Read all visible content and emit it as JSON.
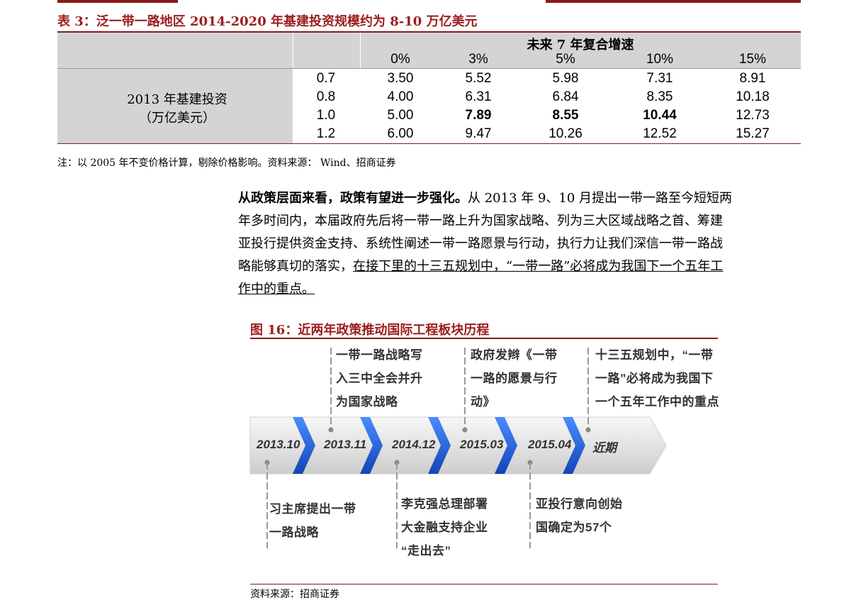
{
  "table": {
    "title": "表 3：泛一带一路地区 2014-2020 年基建投资规模约为 8-10 万亿美元",
    "header_group": "未来 7 年复合增速",
    "rates": [
      "0%",
      "3%",
      "5%",
      "10%",
      "15%"
    ],
    "row_label": [
      "2013 年基建投资",
      "（万亿美元）"
    ],
    "rows": [
      {
        "base": "0.7",
        "values": [
          "3.50",
          "5.52",
          "5.98",
          "7.31",
          "8.91"
        ]
      },
      {
        "base": "0.8",
        "values": [
          "4.00",
          "6.31",
          "6.84",
          "8.35",
          "10.18"
        ]
      },
      {
        "base": "1.0",
        "values": [
          "5.00",
          "7.89",
          "8.55",
          "10.44",
          "12.73"
        ]
      },
      {
        "base": "1.2",
        "values": [
          "6.00",
          "9.47",
          "10.26",
          "12.52",
          "15.27"
        ]
      }
    ],
    "note": "注：以 2005 年不变价格计算，剔除价格影响。资料来源：  Wind、招商证券"
  },
  "paragraph": {
    "bold_lead": "从政策层面来看，政策有望进一步强化。",
    "line1_rest": "从 2013 年 9、10 月提出一带一路至今短短两",
    "line2": "年多时间内，本届政府先后将一带一路上升为国家战略、列为三大区域战略之首、筹建",
    "line3": "亚投行提供资金支持、系统性阐述一带一路愿景与行动，执行力让我们深信一带一路战",
    "line4_plain": "略能够真切的落实，",
    "line4_underlined": "在接下里的十三五规划中，“一带一路”必将成为我国下一个五年工",
    "line5_underlined": "作中的重点。"
  },
  "figure": {
    "title": "图 16：近两年政策推动国际工程板块历程",
    "dates": [
      "2013.10",
      "2013.11",
      "2014.12",
      "2015.03",
      "2015.04",
      "近期"
    ],
    "above_events": [
      [
        "一带一路战略写",
        "入三中全会并升",
        "为国家战略"
      ],
      [
        "政府发辫《一带",
        "一路的愿景与行",
        "动》"
      ],
      [
        "十三五规划中，“一带",
        "一路”必将成为我国下",
        "一个五年工作中的重点"
      ]
    ],
    "below_events": [
      [
        "习主席提出一带",
        "一路战略"
      ],
      [
        "李克强总理部署",
        "大金融支持企业",
        "“走出去”"
      ],
      [
        "亚投行意向创始",
        "国确定为57个"
      ]
    ],
    "source": "资料来源：招商证券"
  },
  "colors": {
    "accent": "#9b1c1c",
    "chevron": "#1a5fd6",
    "header_grey": "#d4d4d4"
  }
}
